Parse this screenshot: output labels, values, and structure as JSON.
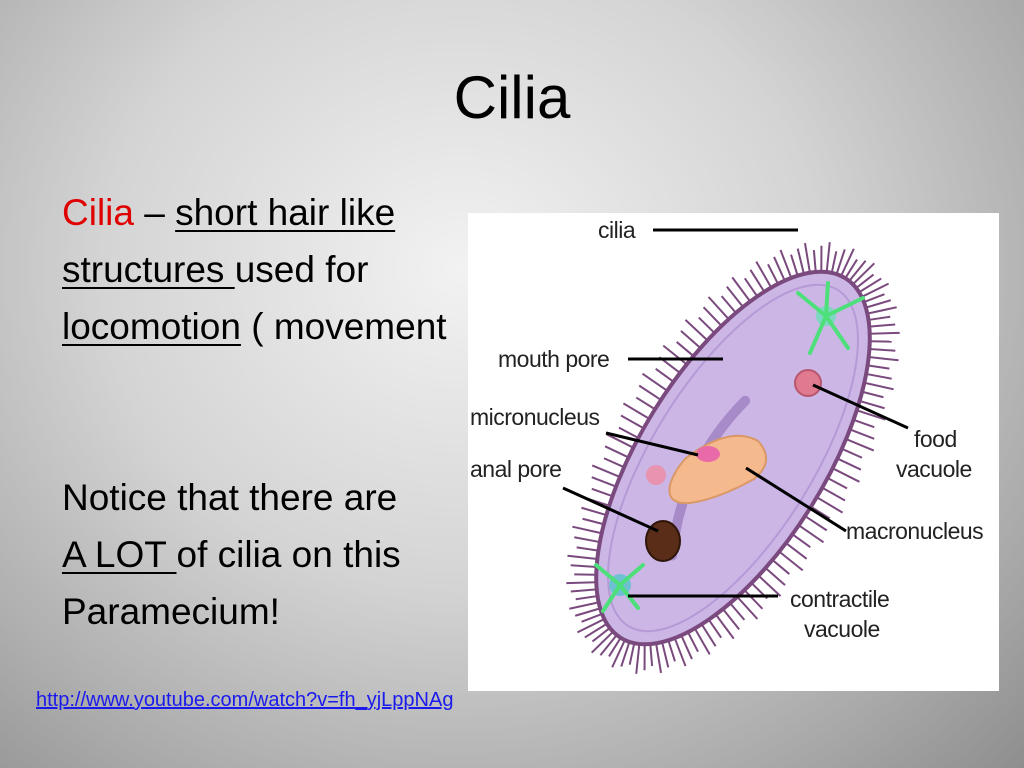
{
  "slide": {
    "title": "Cilia",
    "text": {
      "term": "Cilia",
      "dash": " – ",
      "part1": "short hair like",
      "part2": "structures ",
      "part3": "used for",
      "part4": "locomotion",
      "part5": " ( movement",
      "notice1": "Notice that there are",
      "notice2": "A LOT ",
      "notice3": "of cilia on this",
      "notice4": "Paramecium!"
    },
    "link": "http://www.youtube.com/watch?v=fh_yjLppNAg"
  },
  "diagram": {
    "labels": {
      "cilia": "cilia",
      "mouth_pore": "mouth pore",
      "micronucleus": "micronucleus",
      "anal_pore": "anal pore",
      "food_vacuole_1": "food",
      "food_vacuole_2": "vacuole",
      "macronucleus": "macronucleus",
      "contractile_1": "contractile",
      "contractile_2": "vacuole"
    },
    "colors": {
      "body": "#cbb6e6",
      "body_edge": "#7a4a7e",
      "macronucleus": "#f5b98e",
      "micronucleus": "#e86aa8",
      "anal_pore": "#5a2d18",
      "green": "#4de07a"
    }
  }
}
